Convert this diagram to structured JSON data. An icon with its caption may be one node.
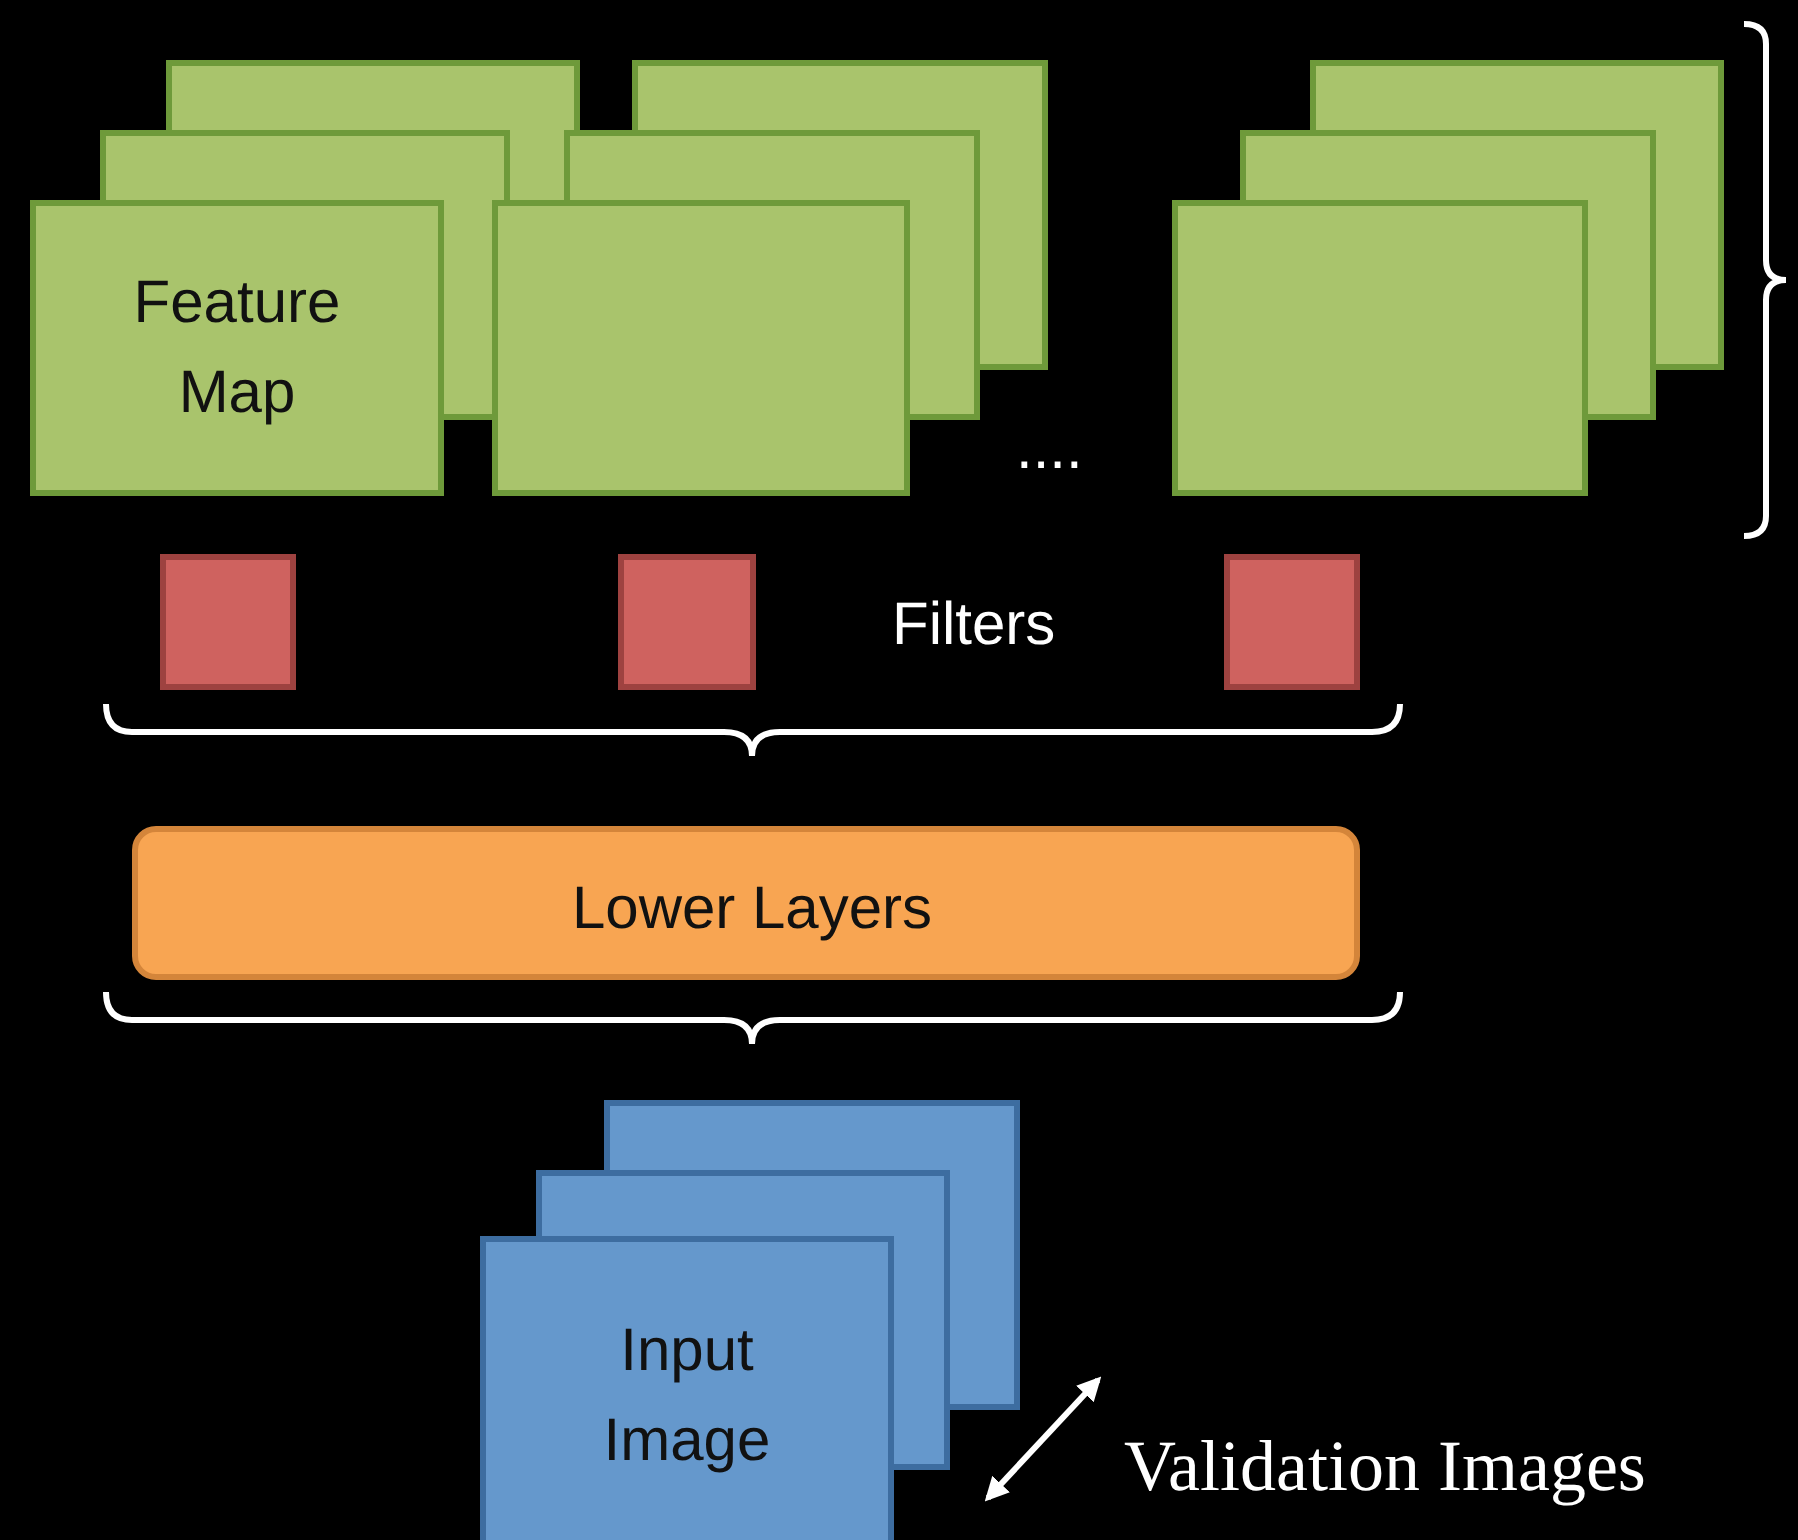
{
  "diagram": {
    "nodes": [
      {
        "text": [
          "Feature Map"
        ]
      },
      {
        "text": [],
        "shape": "box"
      },
      {
        "text": [],
        "shape": "box"
      },
      {
        "text": [],
        "shape": "box"
      },
      {
        "text": [],
        "shape": "box"
      },
      {
        "text": [],
        "shape": "box"
      },
      {
        "text": [
          "Lower Layers"
        ]
      },
      {
        "text": [
          "Input Image"
        ]
      }
    ],
    "edges": [],
    "labels": [
      "....",
      "Filters",
      "Validation Images"
    ]
  }
}
